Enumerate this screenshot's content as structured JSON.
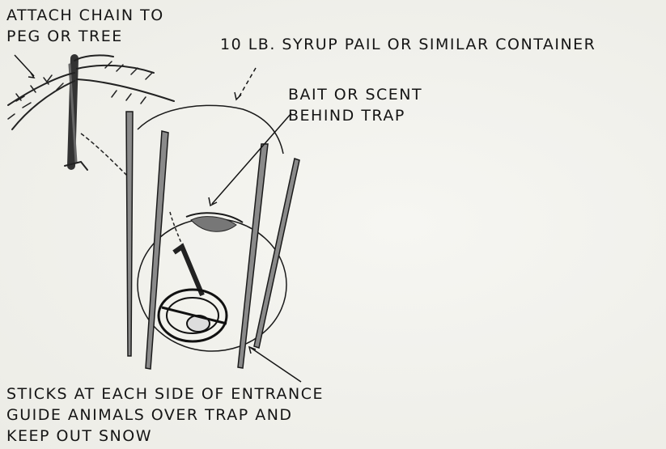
{
  "labels": {
    "attach_chain": [
      "ATTACH CHAIN TO",
      "PEG OR TREE"
    ],
    "syrup_pail": "10 LB. SYRUP PAIL OR SIMILAR CONTAINER",
    "bait": [
      "BAIT OR SCENT",
      "BEHIND TRAP"
    ],
    "sticks": [
      "STICKS AT EACH SIDE OF ENTRANCE",
      "GUIDE ANIMALS OVER TRAP AND",
      "KEEP OUT SNOW"
    ]
  },
  "colors": {
    "ink": "#151515",
    "paper": "#f2f2ee"
  }
}
